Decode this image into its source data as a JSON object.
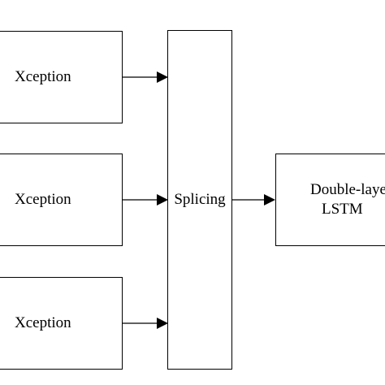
{
  "diagram": {
    "inputs": [
      {
        "label": "Xception"
      },
      {
        "label": "Xception"
      },
      {
        "label": "Xception"
      }
    ],
    "merge": {
      "label": "Splicing"
    },
    "output": {
      "label_lines": [
        "Double-layer",
        "LSTM"
      ]
    }
  },
  "colors": {
    "stroke": "#000000",
    "background": "#ffffff"
  }
}
